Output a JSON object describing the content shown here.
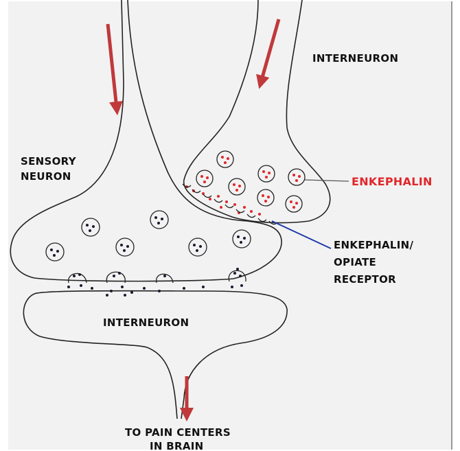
{
  "labels": {
    "interneuron_top": "INTERNEURON",
    "sensory_neuron": [
      "SENSORY",
      "NEURON"
    ],
    "enkephalin": "ENKEPHALIN",
    "receptor": [
      "ENKEPHALIN/",
      "OPIATE",
      "RECEPTOR"
    ],
    "interneuron_bottom": "INTERNEURON",
    "pain_centers": [
      "TO PAIN CENTERS",
      "IN BRAIN"
    ]
  },
  "colors": {
    "arrow": "#c0393b",
    "enkephalin_text": "#e0262a",
    "enkephalin_dots": "#e0262a",
    "neurotransmitter_dots": "#1a1a2e",
    "receptor_line": "#1f3aa8",
    "outline": "#222222",
    "background": "#f2f2f2"
  }
}
